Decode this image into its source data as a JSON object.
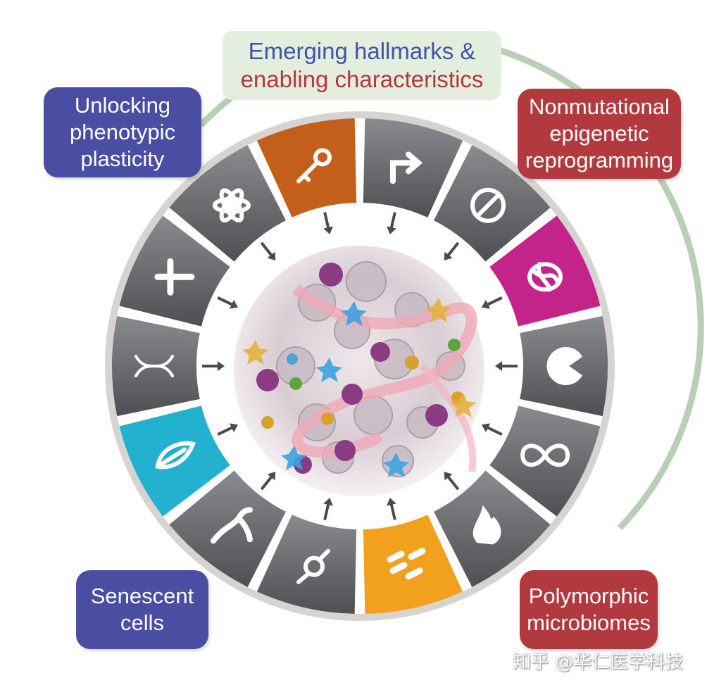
{
  "title": {
    "line1": "Emerging hallmarks &",
    "line2": "enabling characteristics"
  },
  "labels": {
    "unlocking": [
      "Unlocking",
      "phenotypic",
      "plasticity"
    ],
    "nonmutational": [
      "Nonmutational",
      "epigenetic",
      "reprogramming"
    ],
    "senescent": [
      "Senescent",
      "cells"
    ],
    "polymorphic": [
      "Polymorphic",
      "microbiomes"
    ]
  },
  "watermark": "知乎 @华仁医学科技",
  "colors": {
    "ring_segment": "#6d6e71",
    "unlocking_segment": "#c45f1b",
    "nonmutational_segment": "#c2248a",
    "senescent_segment": "#22b2cf",
    "polymorphic_segment": "#f2a11f",
    "outer_arc": "#b7cfb3",
    "label_blue": "#4a4ea3",
    "label_red": "#b23a3e"
  },
  "segments": [
    {
      "icon": "arrow-turn-icon"
    },
    {
      "icon": "prohibition-icon"
    },
    {
      "icon": "chromatin-icon"
    },
    {
      "icon": "pacman-cell-icon"
    },
    {
      "icon": "infinity-icon"
    },
    {
      "icon": "flame-icon"
    },
    {
      "icon": "microbes-icon"
    },
    {
      "icon": "cell-mutant-icon"
    },
    {
      "icon": "blood-vessel-icon"
    },
    {
      "icon": "leaf-icon"
    },
    {
      "icon": "dna-icon"
    },
    {
      "icon": "cross-icon"
    },
    {
      "icon": "atom-icon"
    },
    {
      "icon": "key-icon"
    }
  ]
}
